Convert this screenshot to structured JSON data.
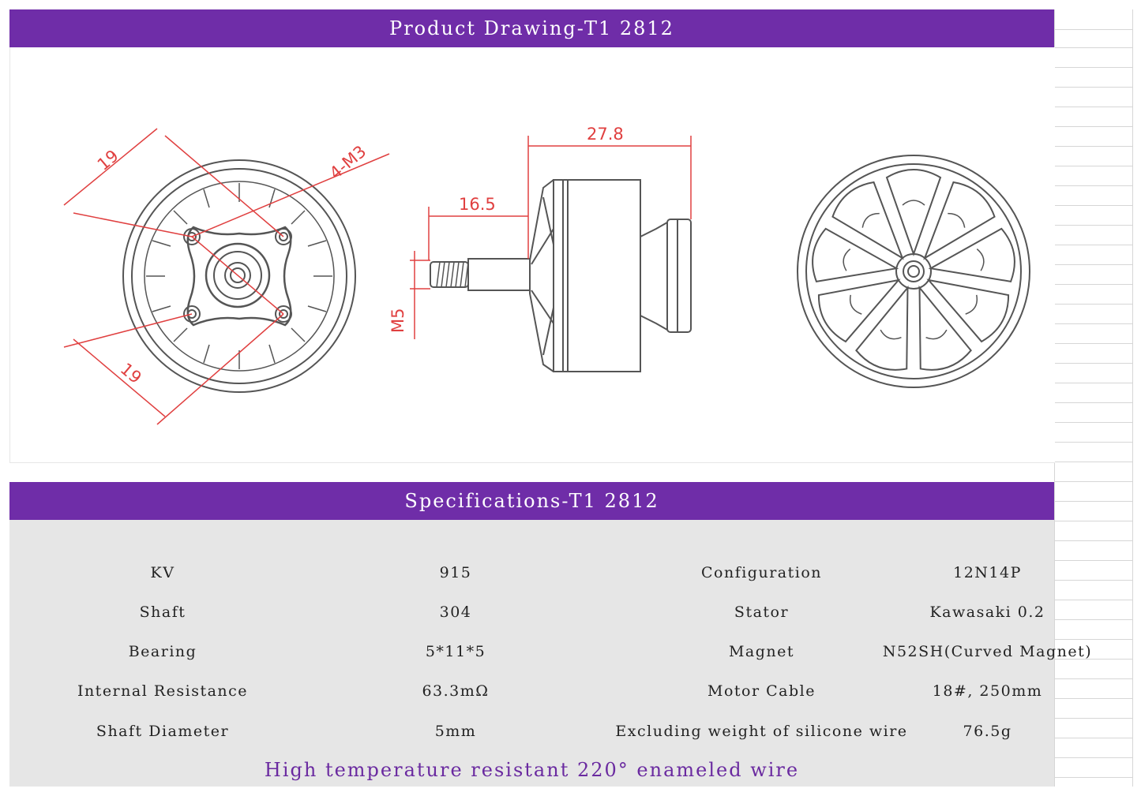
{
  "drawing_section": {
    "title": "Product Drawing-T1 2812",
    "dimensions": {
      "front_diag_top": "19",
      "front_diag_bottom": "19",
      "mount_holes": "4-M3",
      "overall_length": "27.8",
      "shaft_length": "16.5",
      "thread": "M5"
    }
  },
  "specs_section": {
    "title": "Specifications-T1 2812",
    "rows": [
      {
        "label1": "KV",
        "value1": "915",
        "label2": "Configuration",
        "value2": "12N14P"
      },
      {
        "label1": "Shaft",
        "value1": "304",
        "label2": "Stator",
        "value2": "Kawasaki 0.2"
      },
      {
        "label1": "Bearing",
        "value1": "5*11*5",
        "label2": "Magnet",
        "value2": "N52SH(Curved Magnet)"
      },
      {
        "label1": "Internal Resistance",
        "value1": "63.3mΩ",
        "label2": "Motor Cable",
        "value2": "18#, 250mm"
      },
      {
        "label1": "Shaft Diameter",
        "value1": "5mm",
        "label2": "Excluding weight of silicone wire",
        "value2": "76.5g"
      }
    ],
    "footer": "High temperature resistant 220° enameled wire"
  },
  "colors": {
    "banner": "#6f2da8",
    "dimension_lines": "#e04040",
    "specs_background": "#e6e6e6",
    "footer_text": "#6a2aa0"
  }
}
